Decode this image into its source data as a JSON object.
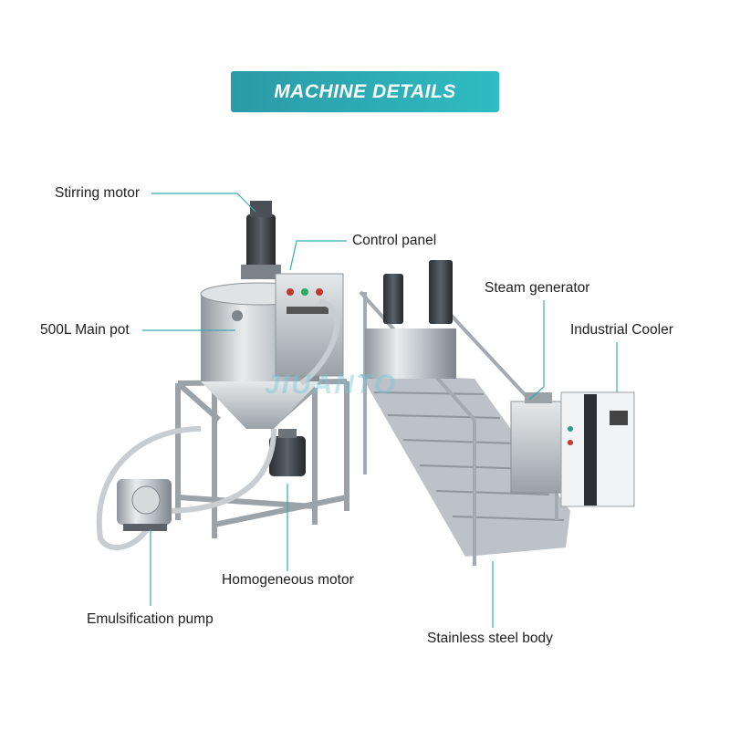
{
  "header": {
    "title": "MACHINE DETAILS"
  },
  "labels": {
    "stirring_motor": "Stirring motor",
    "control_panel": "Control panel",
    "main_pot": "500L Main pot",
    "steam_generator": "Steam generator",
    "industrial_cooler": "Industrial Cooler",
    "homogeneous_motor": "Homogeneous motor",
    "emulsification_pump": "Emulsification pump",
    "stainless_steel_body": "Stainless steel body"
  },
  "watermark": {
    "text": "JIUANTO"
  },
  "colors": {
    "accent": "#2fb0b8",
    "leader_line": "#3aa9b3",
    "steel": "#c9ced3"
  }
}
